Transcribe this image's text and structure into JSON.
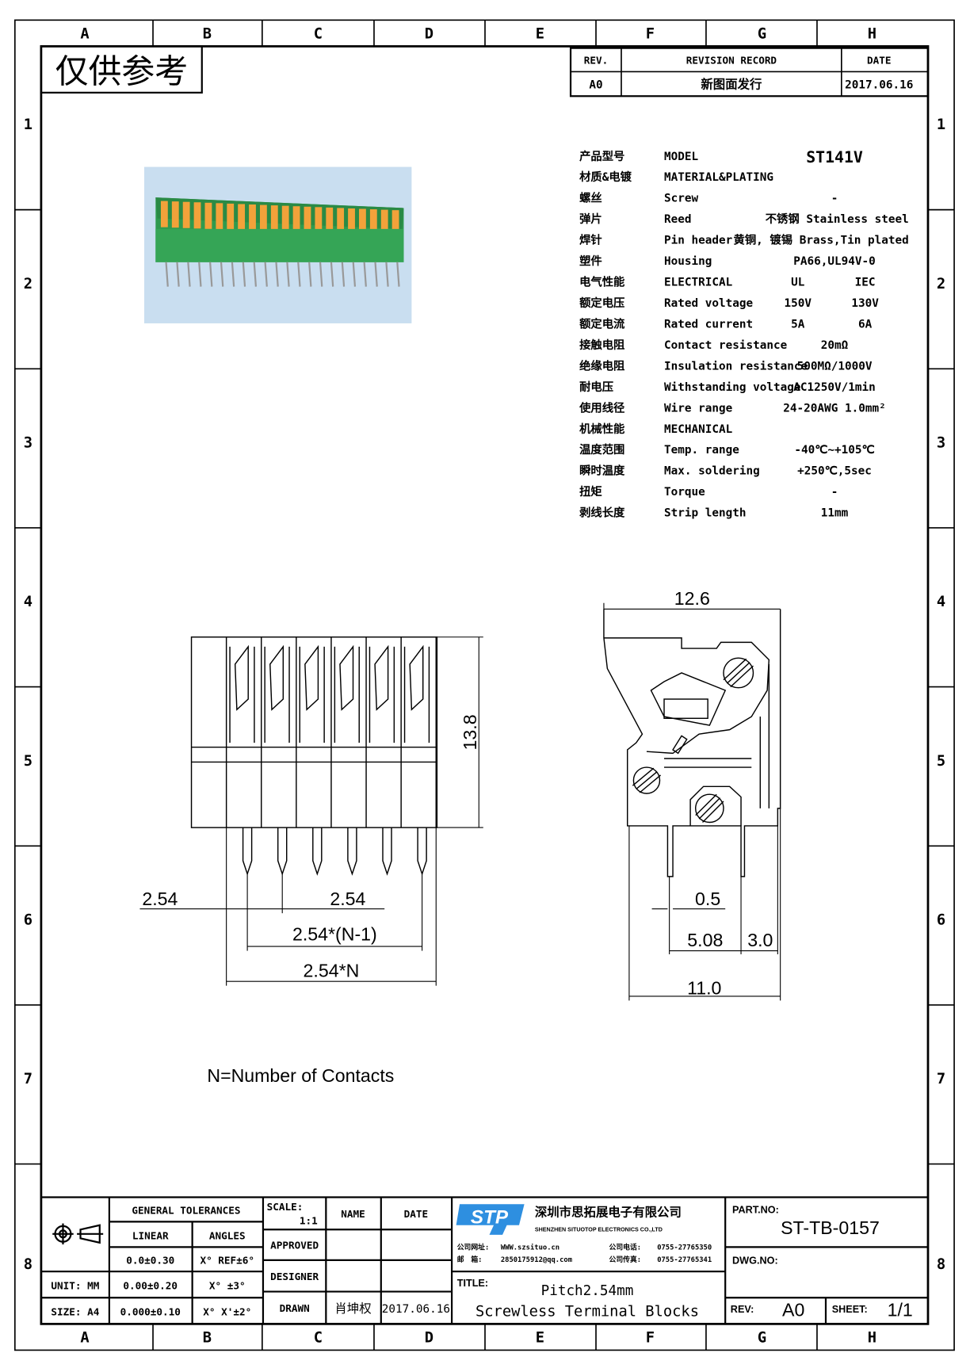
{
  "frame": {
    "columns": [
      "A",
      "B",
      "C",
      "D",
      "E",
      "F",
      "G",
      "H"
    ],
    "rows": [
      "1",
      "2",
      "3",
      "4",
      "5",
      "6",
      "7",
      "8"
    ]
  },
  "stamp": "仅供参考",
  "revision_table": {
    "headers": {
      "rev": "REV.",
      "record": "REVISION RECORD",
      "date": "DATE"
    },
    "rows": [
      {
        "rev": "A0",
        "record": "新图面发行",
        "date": "2017.06.16"
      }
    ]
  },
  "specs": [
    {
      "cn": "产品型号",
      "en": "MODEL",
      "value": "ST141V"
    },
    {
      "cn": "材质&电镀",
      "en": "MATERIAL&PLATING",
      "value": ""
    },
    {
      "cn": "螺丝",
      "en": "Screw",
      "value": "-"
    },
    {
      "cn": "弹片",
      "en": "Reed",
      "value": "不锈钢 Stainless steel"
    },
    {
      "cn": "焊针",
      "en": "Pin header",
      "value": "黄铜, 镀锡 Brass,Tin plated"
    },
    {
      "cn": "塑件",
      "en": "Housing",
      "value": "PA66,UL94V-0"
    },
    {
      "cn": "电气性能",
      "en": "ELECTRICAL",
      "ul": "UL",
      "iec": "IEC"
    },
    {
      "cn": "额定电压",
      "en": "Rated voltage",
      "ul": "150V",
      "iec": "130V"
    },
    {
      "cn": "额定电流",
      "en": "Rated current",
      "ul": "5A",
      "iec": "6A"
    },
    {
      "cn": "接触电阻",
      "en": "Contact resistance",
      "value": "20mΩ"
    },
    {
      "cn": "绝缘电阻",
      "en": "Insulation resistance",
      "value": "500MΩ/1000V"
    },
    {
      "cn": "耐电压",
      "en": "Withstanding voltage",
      "value": "AC1250V/1min"
    },
    {
      "cn": "使用线径",
      "en": "Wire range",
      "value": "24-20AWG 1.0mm²"
    },
    {
      "cn": "机械性能",
      "en": "MECHANICAL",
      "value": ""
    },
    {
      "cn": "温度范围",
      "en": "Temp. range",
      "value": "-40℃~+105℃"
    },
    {
      "cn": "瞬时温度",
      "en": "Max. soldering",
      "value": "+250℃,5sec"
    },
    {
      "cn": "扭矩",
      "en": "Torque",
      "value": "-"
    },
    {
      "cn": "剥线长度",
      "en": "Strip length",
      "value": "11mm"
    }
  ],
  "dimensions": {
    "height": "13.8",
    "pitch_left": "2.54",
    "pitch": "2.54",
    "pitch_n1": "2.54*(N-1)",
    "pitch_n": "2.54*N",
    "width": "12.6",
    "pin": "0.5",
    "pin_spacing": "5.08",
    "offset": "3.0",
    "depth": "11.0"
  },
  "note": "N=Number of Contacts",
  "title_block": {
    "general_tolerances": "GENERAL TOLERANCES",
    "linear": "LINEAR",
    "angles": "ANGLES",
    "tol_rows": [
      {
        "linear": "0.0±0.30",
        "angle": "X° REF±6°"
      },
      {
        "linear": "0.00±0.20",
        "angle": "X° ±3°"
      },
      {
        "linear": "0.000±0.10",
        "angle": "X° X'±2°"
      }
    ],
    "unit": "UNIT: MM",
    "size": "SIZE: A4",
    "scale_label": "SCALE:",
    "scale": "1:1",
    "name": "NAME",
    "date": "DATE",
    "approved": "APPROVED",
    "designer": "DESIGNER",
    "drawn": "DRAWN",
    "drawn_name": "肖坤权",
    "drawn_date": "2017.06.16",
    "company_logo": "STP",
    "company_cn": "深圳市思拓展电子有限公司",
    "company_en": "SHENZHEN SITUOTOP ELECTRONICS CO.,LTD",
    "website_label": "公司网址:",
    "website": "WWW.szsituo.cn",
    "email_label": "邮　箱:",
    "email": "2850175912@qq.com",
    "phone_label": "公司电话:",
    "phone": "0755-27765350",
    "fax_label": "公司传真:",
    "fax": "0755-27765341",
    "title_label": "TITLE:",
    "title_line1": "Pitch2.54mm",
    "title_line2": "Screwless Terminal Blocks",
    "part_no_label": "PART.NO:",
    "part_no": "ST-TB-0157",
    "dwg_no_label": "DWG.NO:",
    "rev_label": "REV:",
    "rev": "A0",
    "sheet_label": "SHEET:",
    "sheet": "1/1"
  },
  "colors": {
    "logo_blue": "#2e8fe0",
    "housing_green": "#2f9a4e",
    "lever_orange": "#f2a23a"
  }
}
